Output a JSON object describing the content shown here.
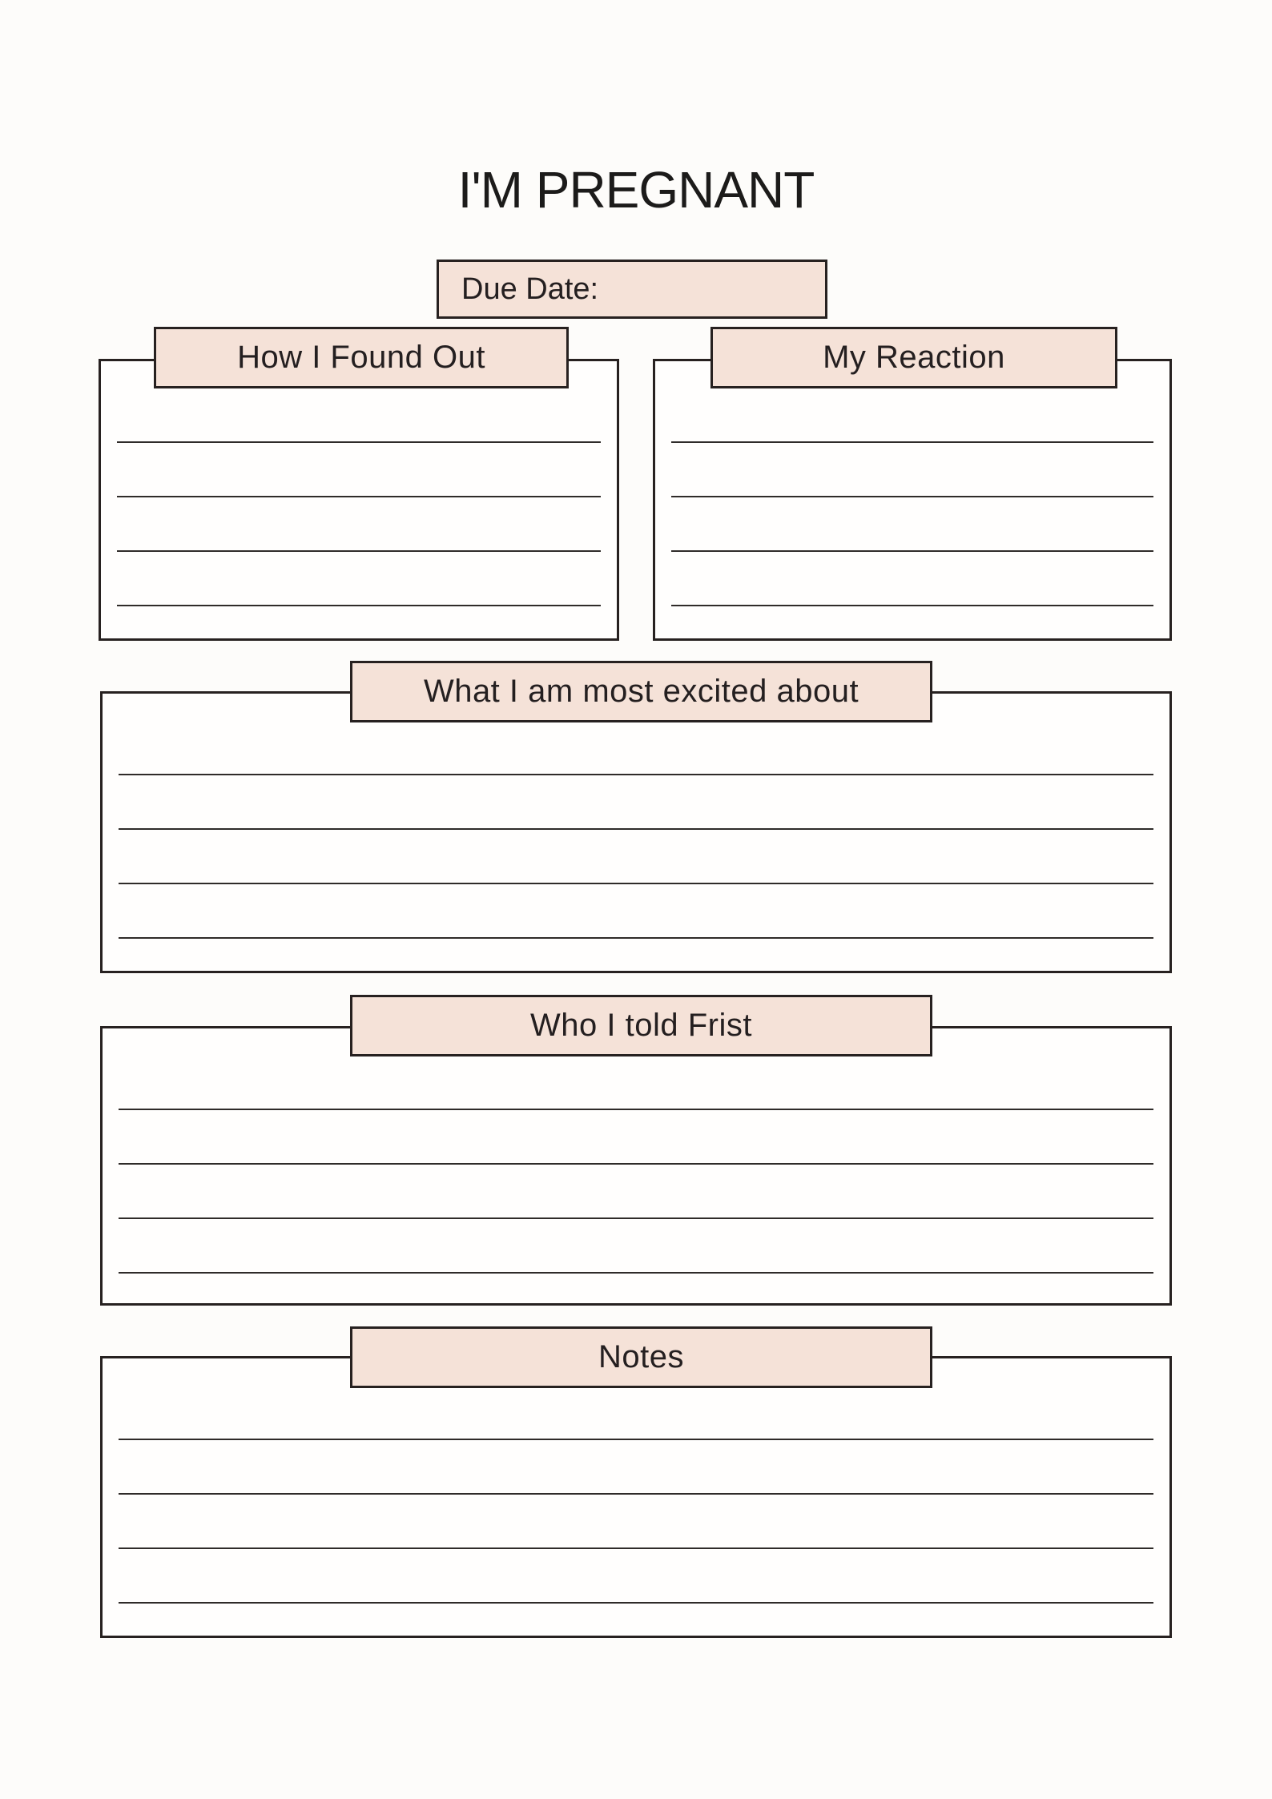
{
  "page": {
    "title": "I'M PREGNANT",
    "background": "#fdfcfa",
    "accent_fill": "#f5e2d8",
    "border_color": "#272120",
    "line_color": "#2f2b29",
    "text_color": "#241f20"
  },
  "due_date": {
    "label": "Due Date:",
    "value": ""
  },
  "sections": {
    "how_found_out": {
      "label": "How I Found Out",
      "blank_lines": 4
    },
    "my_reaction": {
      "label": "My Reaction",
      "blank_lines": 4
    },
    "most_excited": {
      "label": "What I am most excited about",
      "blank_lines": 4
    },
    "who_told_first": {
      "label": "Who I told Frist",
      "blank_lines": 4
    },
    "notes": {
      "label": "Notes",
      "blank_lines": 4
    }
  }
}
